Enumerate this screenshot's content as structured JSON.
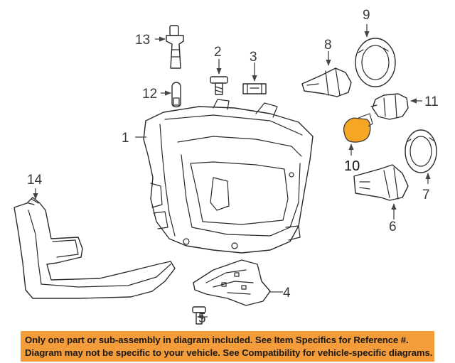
{
  "callouts": {
    "c1": "1",
    "c2": "2",
    "c3": "3",
    "c4": "4",
    "c5": "5",
    "c6": "6",
    "c7": "7",
    "c8": "8",
    "c9": "9",
    "c10": "10",
    "c11": "11",
    "c12": "12",
    "c13": "13",
    "c14": "14"
  },
  "highlight_color": "#f5a623",
  "notice_color": "#f49b3a",
  "notice": {
    "line1": "Only one part or sub-assembly in diagram included. See Item Specifics for Reference #.",
    "line2": "Diagram may not be specific to your vehicle. See Compatibility for vehicle-specific diagrams."
  }
}
